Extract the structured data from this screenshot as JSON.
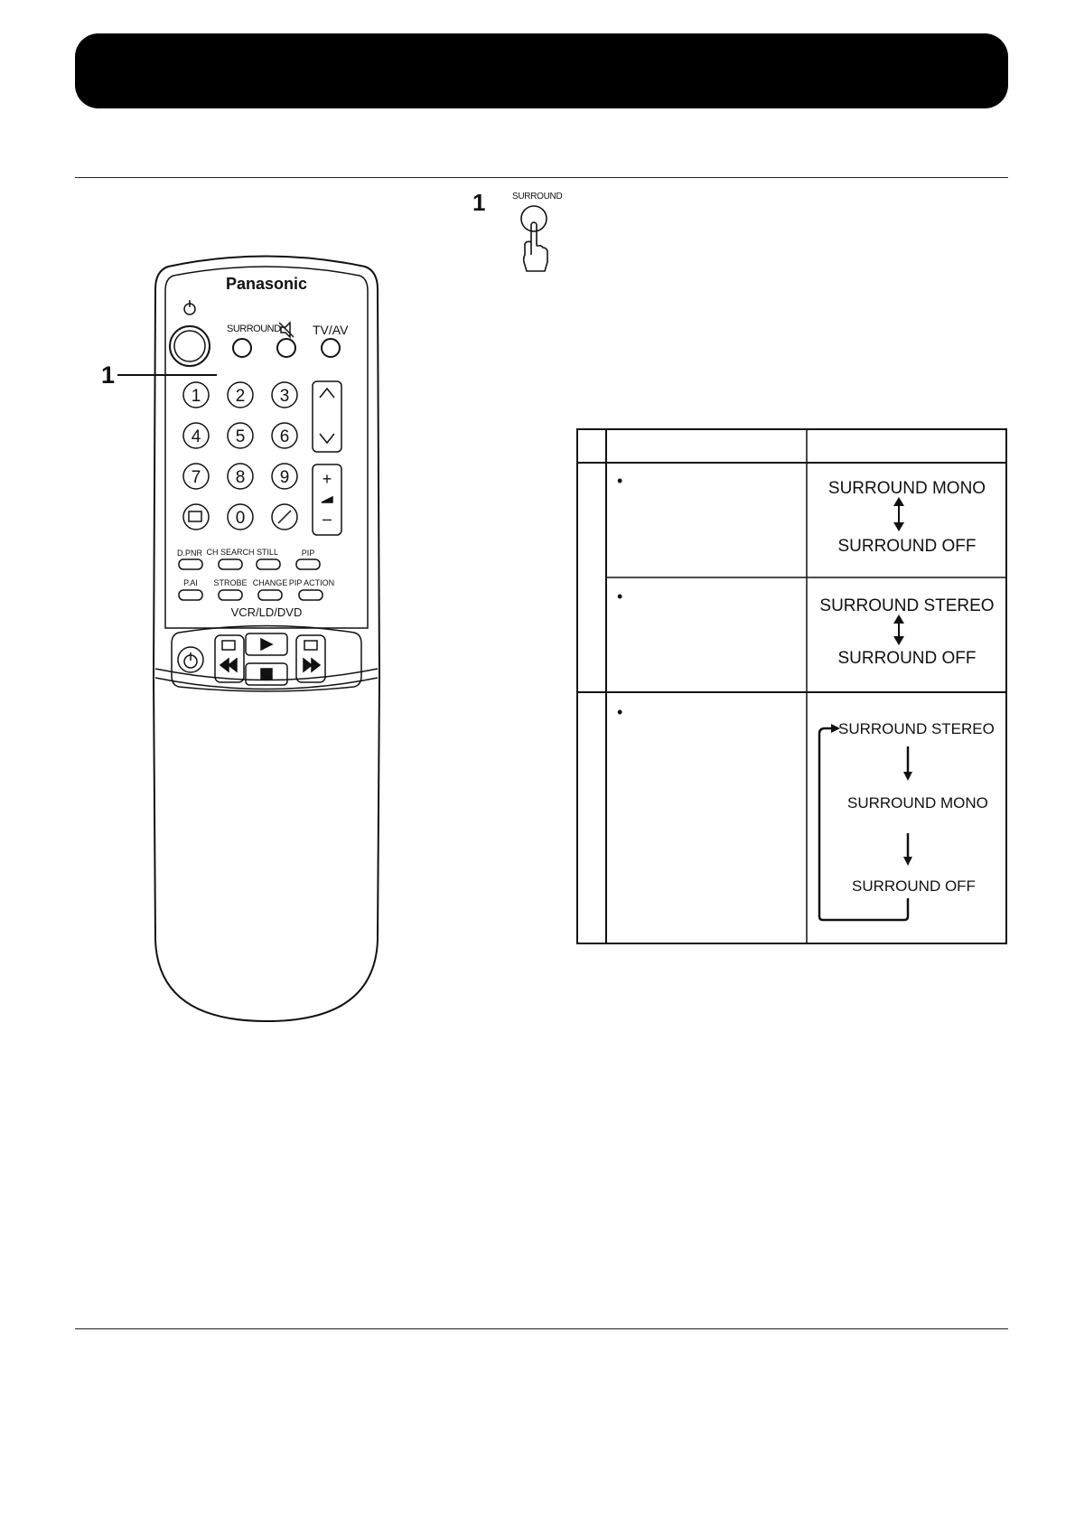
{
  "remote": {
    "brand": "Panasonic",
    "buttons": {
      "surround": "SURROUND",
      "tvav": "TV/AV",
      "numbers": [
        "1",
        "2",
        "3",
        "4",
        "5",
        "6",
        "7",
        "8",
        "9",
        "0"
      ],
      "plus": "+",
      "minus": "–",
      "dpnr": "D.PNR",
      "ch_search": "CH SEARCH",
      "still": "STILL",
      "pip": "PIP",
      "pai": "P.AI",
      "strobe": "STROBE",
      "change": "CHANGE",
      "pip_action": "PIP ACTION",
      "vcr_group": "VCR/LD/DVD"
    }
  },
  "callout": {
    "number": "1"
  },
  "step": {
    "number": "1",
    "button_label": "SURROUND"
  },
  "table": {
    "rows": [
      {
        "bullet": "•",
        "sequence": [
          "SURROUND MONO",
          "SURROUND OFF"
        ]
      },
      {
        "bullet": "•",
        "sequence": [
          "SURROUND STEREO",
          "SURROUND OFF"
        ]
      },
      {
        "bullet": "•",
        "sequence": [
          "SURROUND STEREO",
          "SURROUND MONO",
          "SURROUND OFF"
        ]
      }
    ]
  }
}
